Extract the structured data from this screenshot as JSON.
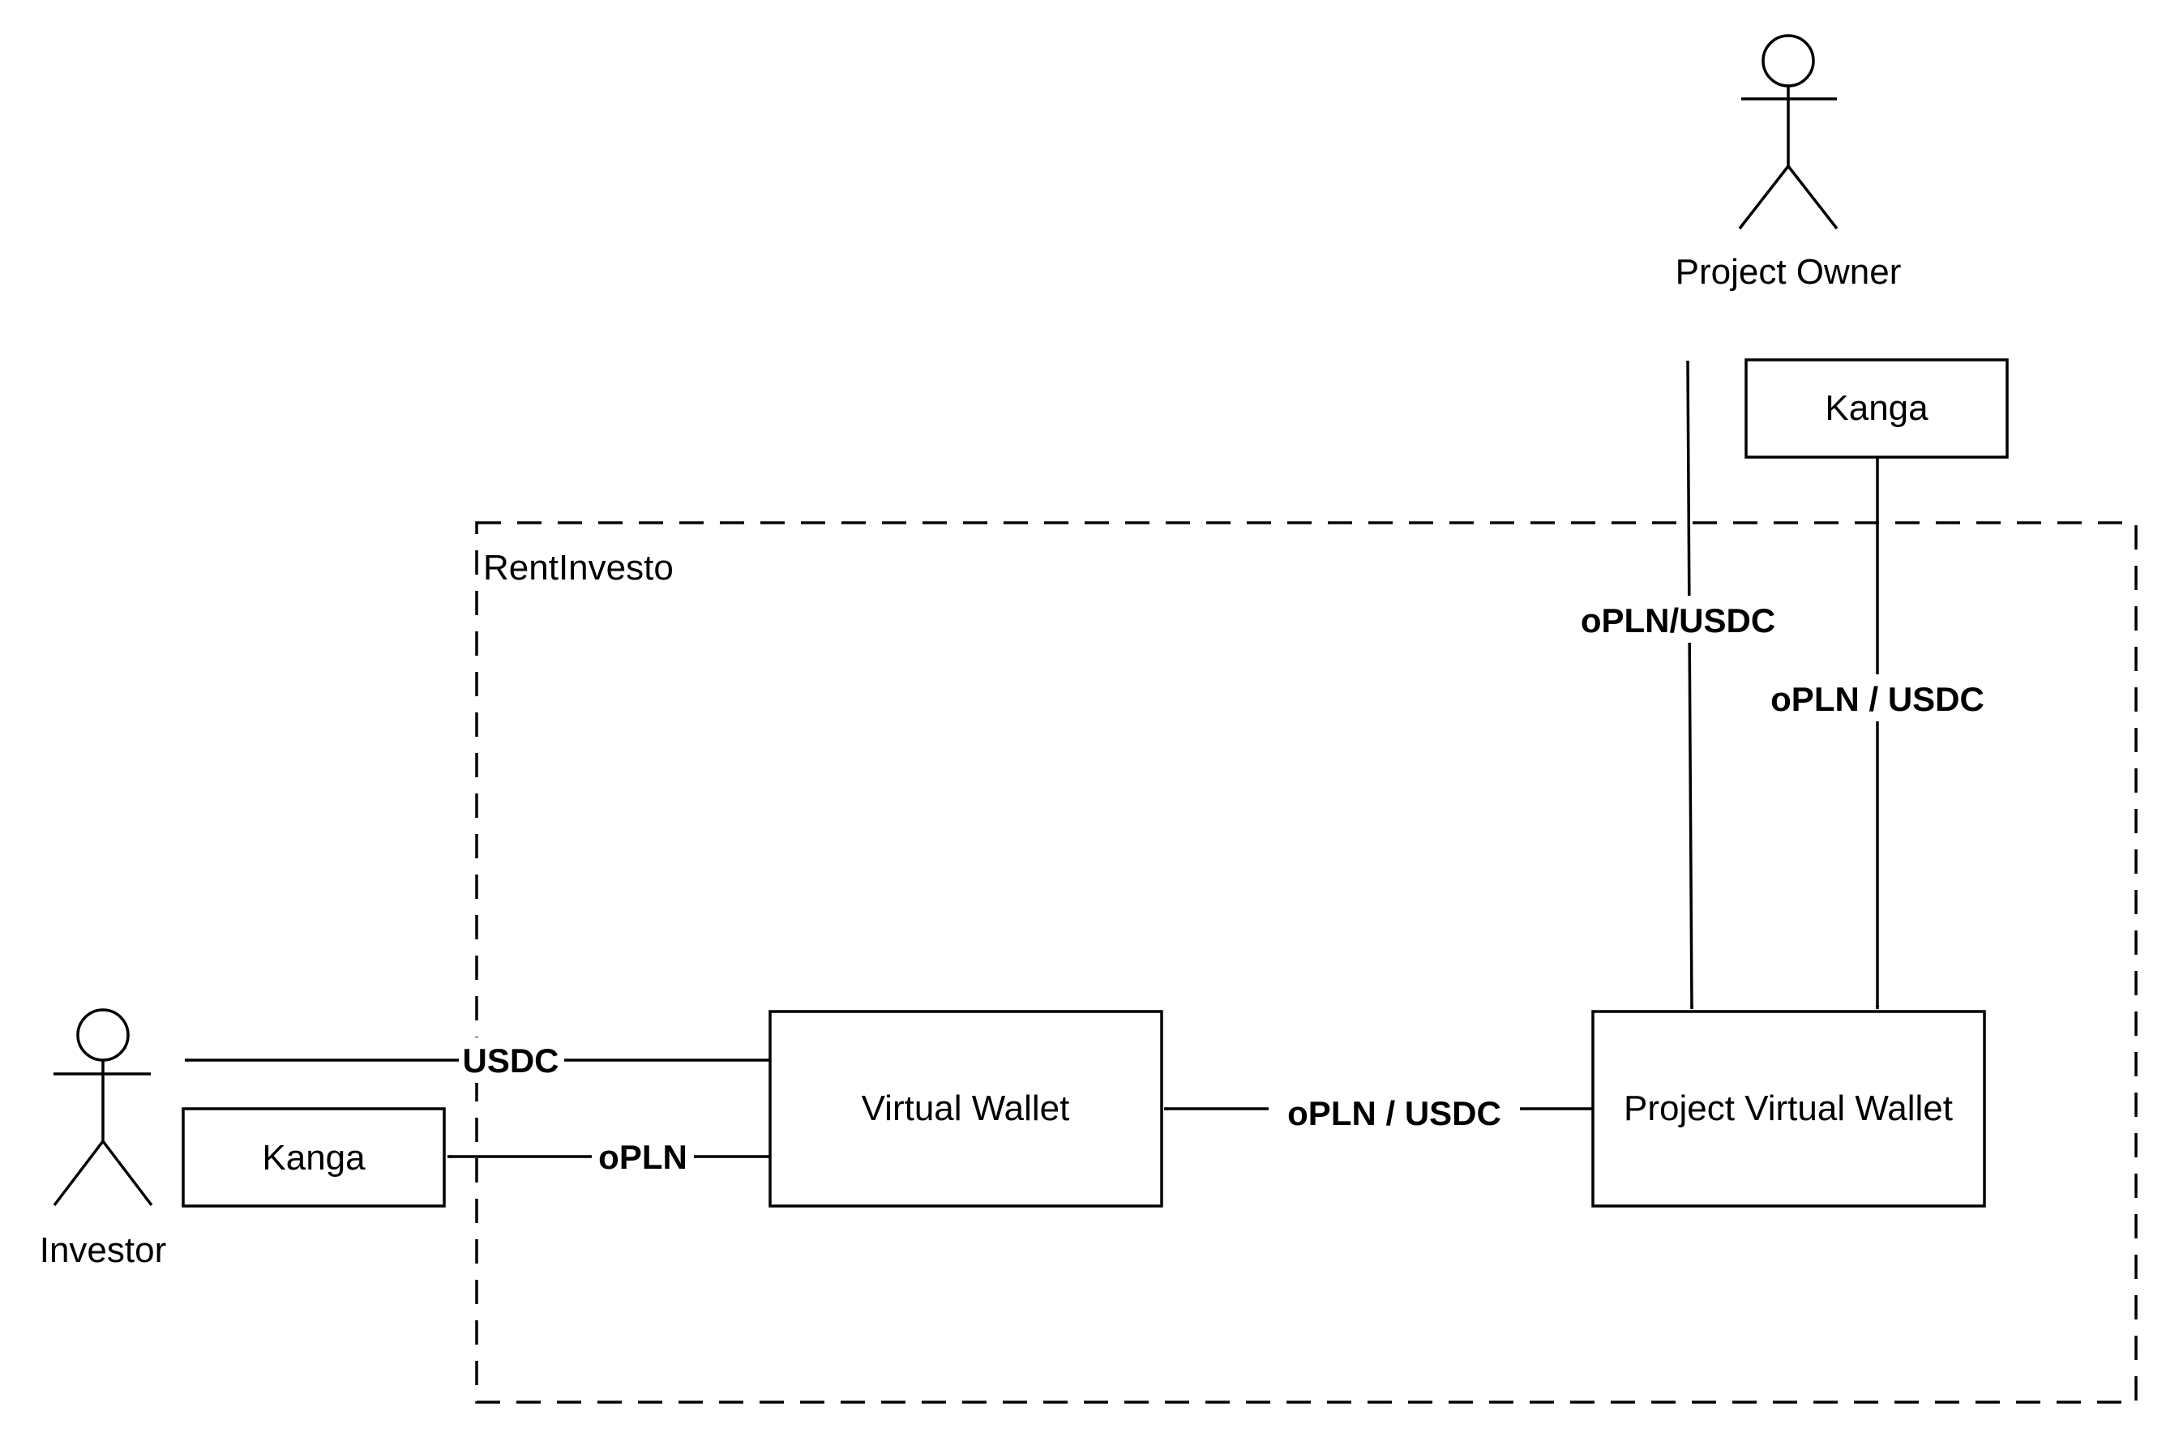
{
  "diagram": {
    "group": {
      "label": "RentInvesto"
    },
    "actors": {
      "project_owner": {
        "label": "Project Owner"
      },
      "investor": {
        "label": "Investor"
      }
    },
    "boxes": {
      "kanga_top": {
        "label": "Kanga"
      },
      "kanga_bottom": {
        "label": "Kanga"
      },
      "virtual_wallet": {
        "label": "Virtual Wallet"
      },
      "project_virtual_wallet": {
        "label": "Project Virtual Wallet"
      }
    },
    "edges": {
      "owner_to_pvw": {
        "label": "oPLN/USDC"
      },
      "kanga_to_pvw": {
        "label": "oPLN / USDC"
      },
      "pvw_to_vw": {
        "label": "oPLN / USDC"
      },
      "vw_to_investor": {
        "label": "USDC"
      },
      "vw_to_kanga": {
        "label": "oPLN"
      }
    }
  }
}
